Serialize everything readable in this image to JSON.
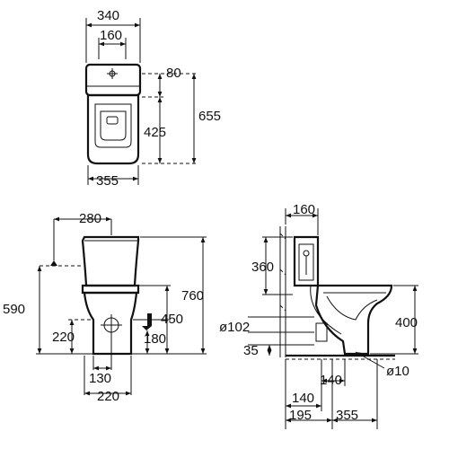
{
  "top_view": {
    "dims": {
      "width_top": "340",
      "center_spacing": "160",
      "offset_80": "80",
      "length_425": "425",
      "total_655": "655",
      "width_bottom": "355"
    }
  },
  "front_view": {
    "dims": {
      "offset_280": "280",
      "height_590": "590",
      "height_760": "760",
      "height_450": "450",
      "height_220": "220",
      "height_180": "180",
      "width_130": "130",
      "width_220": "220"
    }
  },
  "side_view": {
    "dims": {
      "top_160": "160",
      "height_360": "360",
      "height_400": "400",
      "diameter_102": "ø102",
      "height_35": "35",
      "width_140_a": "140",
      "diameter_10": "ø10",
      "width_140_b": "140",
      "width_195": "195",
      "width_355": "355"
    }
  }
}
